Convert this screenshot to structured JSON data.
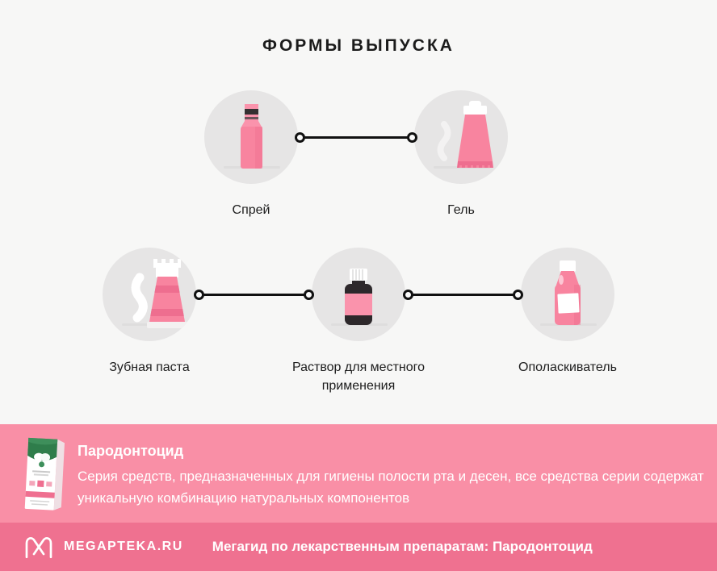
{
  "title": "ФОРМЫ ВЫПУСКА",
  "forms": {
    "row1": [
      {
        "label": "Спрей",
        "icon": "spray-bottle-icon"
      },
      {
        "label": "Гель",
        "icon": "gel-tube-icon"
      }
    ],
    "row2": [
      {
        "label": "Зубная паста",
        "icon": "toothpaste-tube-icon"
      },
      {
        "label": "Раствор для местного применения",
        "icon": "dropper-bottle-icon"
      },
      {
        "label": "Ополаскиватель",
        "icon": "mouthwash-bottle-icon"
      }
    ]
  },
  "banner": {
    "product_name": "Пародонтоцид",
    "description": "Серия средств, предназначенных для гигиены полости рта и десен, все средства серии содержат уникальную комбинацию натуральных компонентов",
    "product_image": "parodontocid-box-icon"
  },
  "footer": {
    "logo_icon": "megapteka-logo-icon",
    "brand": "MEGAPTEKA.RU",
    "tagline": "Мегагид по лекарственным препаратам: Пародонтоцид"
  },
  "colors": {
    "page_bg": "#f7f7f6",
    "circle_bg": "#e6e5e5",
    "pink_main": "#f8849f",
    "pink_light": "#fa93ac",
    "pink_dark": "#ee6e8f",
    "dark_bottle": "#2d282b",
    "banner_bg": "#f98fa6",
    "footer_bg": "#ef7190",
    "connector": "#111111",
    "text_dark": "#1b1b1b",
    "white": "#ffffff"
  }
}
